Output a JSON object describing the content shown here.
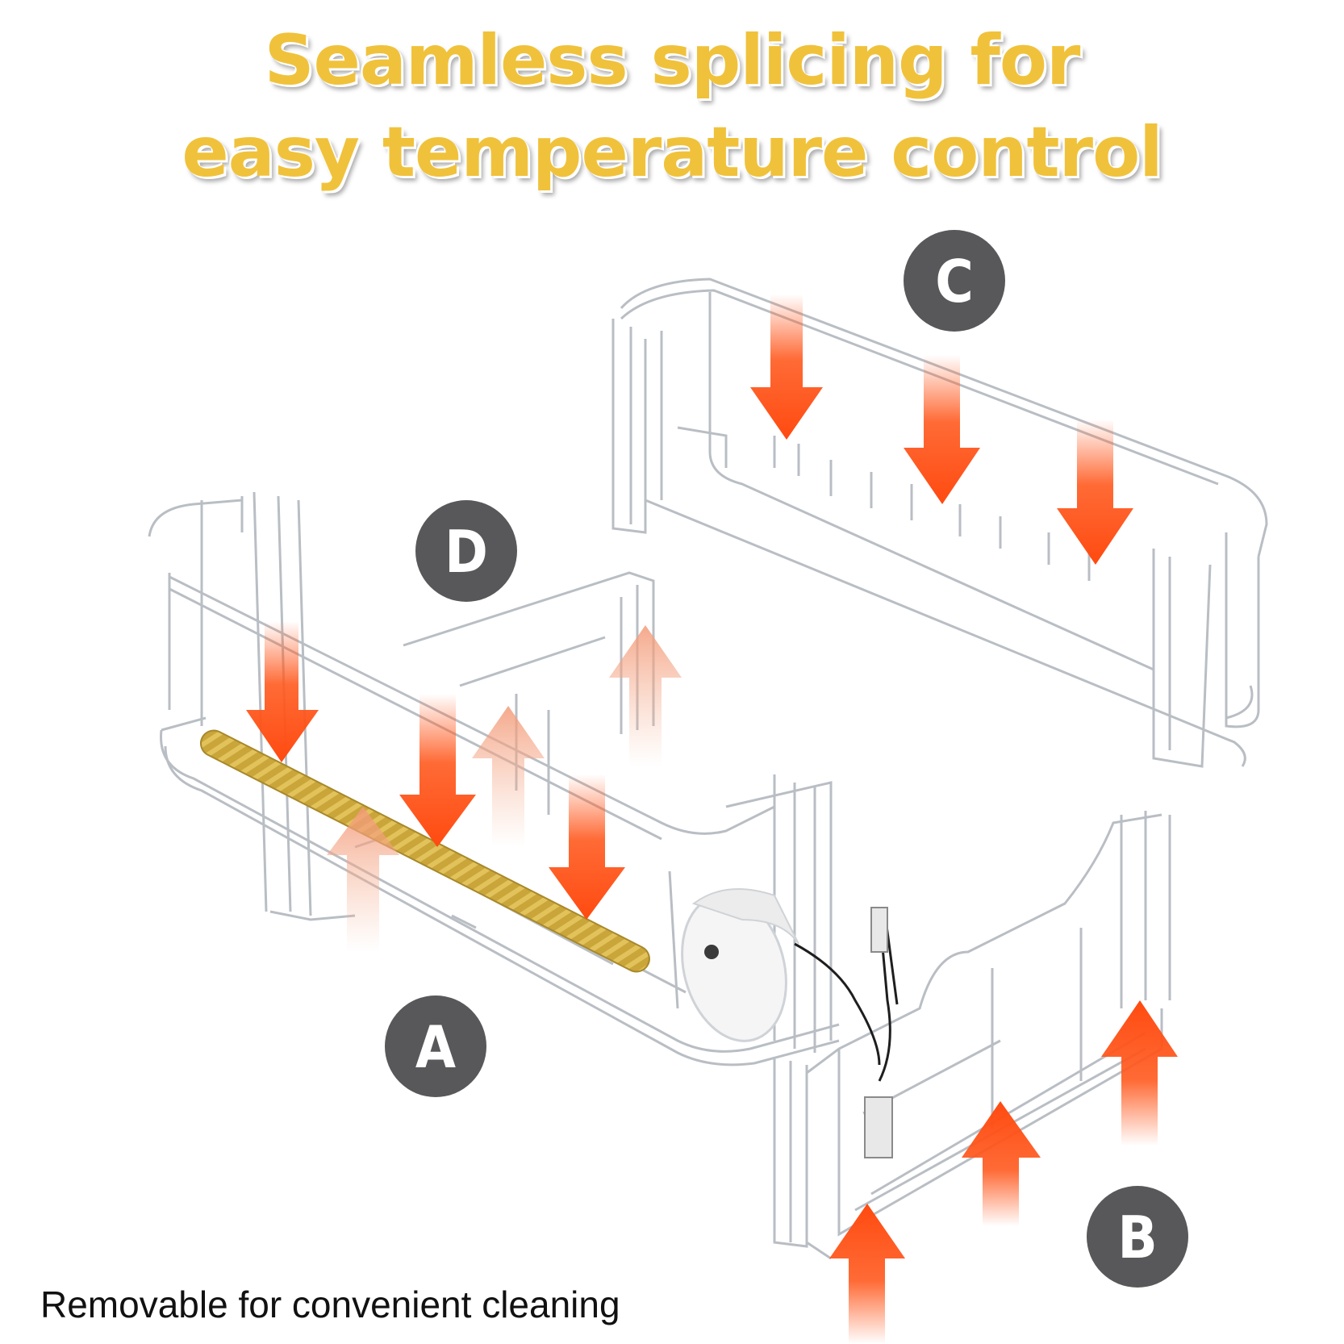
{
  "headline": {
    "line1": "Seamless splicing for",
    "line2": "easy temperature control",
    "color": "#f0c23b"
  },
  "caption": "Removable for convenient cleaning",
  "parts": [
    {
      "label": "A"
    },
    {
      "label": "B"
    },
    {
      "label": "C"
    },
    {
      "label": "D"
    }
  ],
  "colors": {
    "badge": "#58585a",
    "arrow_hot": "#ff5a1f",
    "arrow_faint": "#f6b79a",
    "heater": "#c9a53a",
    "panel_line": "#b9bec4"
  }
}
